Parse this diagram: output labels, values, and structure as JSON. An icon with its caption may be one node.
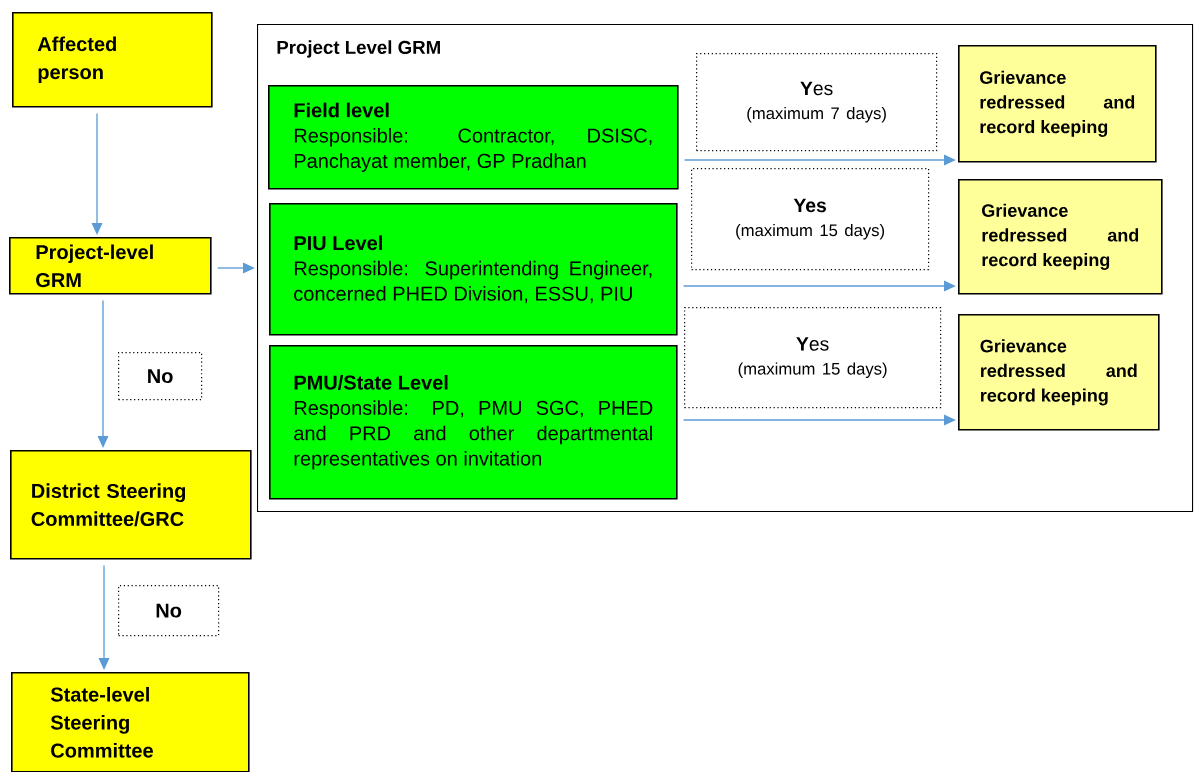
{
  "diagram": {
    "nodes": [
      {
        "text": [
          "Affected person"
        ]
      },
      {
        "text": [
          "Project-level GRM"
        ]
      },
      {
        "text": [
          "District Steering Committee/GRC"
        ]
      },
      {
        "text": [
          "State-level Steering Committee"
        ]
      },
      {
        "text": [
          "Project Level GRM"
        ]
      },
      {
        "text": [
          "Field level",
          "Responsible: Contractor, DSISC, Panchayat member, GP Pradhan"
        ],
        "in": 4
      },
      {
        "text": [
          "PIU Level",
          "Responsible: Superintending Engineer, concerned PHED Division, ESSU, PIU"
        ],
        "in": 4
      },
      {
        "text": [
          "PMU/State Level",
          "Responsible: PD, PMU SGC, PHED and PRD and other departmental representatives on invitation"
        ],
        "in": 4
      },
      {
        "text": [
          "**Y**es",
          "(maximum 7 days)"
        ],
        "in": 4
      },
      {
        "text": [
          "Yes",
          "(maximum 15 days)"
        ],
        "in": 4
      },
      {
        "text": [
          "**Y**es",
          "(maximum 15 days)"
        ],
        "in": 4
      },
      {
        "text": [
          "Grievance redressed and record keeping"
        ],
        "in": 4
      },
      {
        "text": [
          "Grievance redressed and record keeping"
        ],
        "in": 4
      },
      {
        "text": [
          "Grievance redressed and record keeping"
        ],
        "in": 4
      },
      {
        "text": [
          "No"
        ]
      },
      {
        "text": [
          "No"
        ]
      }
    ],
    "edges": [
      {
        "from": 0,
        "to": 1,
        "arrow": "to"
      },
      {
        "from": 1,
        "to": 4,
        "arrow": "to"
      },
      {
        "from": 1,
        "to": 2,
        "arrow": "to"
      },
      {
        "from": 2,
        "to": 3,
        "arrow": "to"
      },
      {
        "from": 5,
        "to": 11,
        "arrow": "to"
      },
      {
        "from": 6,
        "to": 12,
        "arrow": "to"
      },
      {
        "from": 7,
        "to": 13,
        "arrow": "to"
      }
    ]
  }
}
